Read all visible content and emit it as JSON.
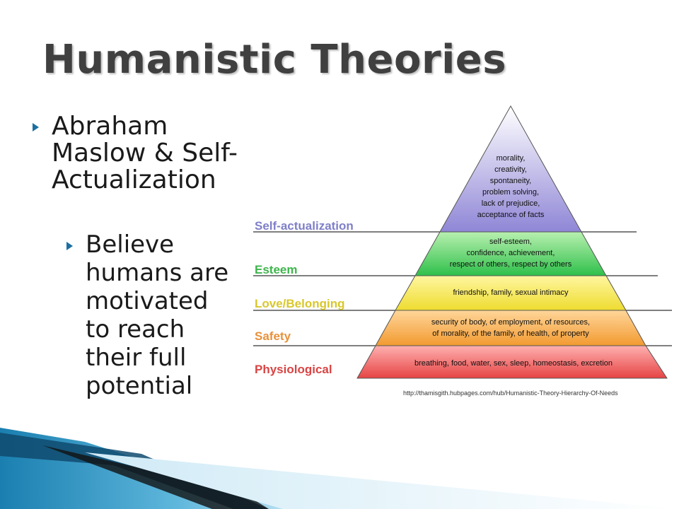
{
  "slide": {
    "title": "Humanistic Theories",
    "bullet1": "Abraham Maslow & Self-Actualization",
    "bullet2": "Believe humans are motivated to reach their full potential"
  },
  "pyramid": {
    "levels": [
      {
        "label": "Self-actualization",
        "lines": [
          "morality,",
          "creativity,",
          "spontaneity,",
          "problem solving,",
          "lack of prejudice,",
          "acceptance of facts"
        ],
        "color": "#8f86d6",
        "label_color": "#7f7fc9"
      },
      {
        "label": "Esteem",
        "lines": [
          "self-esteem,",
          "confidence, achievement,",
          "respect of others, respect by others"
        ],
        "color": "#3fcd58",
        "label_color": "#3eb54c"
      },
      {
        "label": "Love/Belonging",
        "lines": [
          "friendship, family, sexual intimacy"
        ],
        "color": "#f0e44a",
        "label_color": "#d9c72c"
      },
      {
        "label": "Safety",
        "lines": [
          "security of body, of employment, of resources,",
          "of morality, of the family, of health, of property"
        ],
        "color": "#f4a43e",
        "label_color": "#e8913a"
      },
      {
        "label": "Physiological",
        "lines": [
          "breathing, food, water, sex, sleep, homeostasis, excretion"
        ],
        "color": "#ea4f4f",
        "label_color": "#d94444"
      }
    ],
    "source": "http://thamisgith.hubpages.com/hub/Humanistic-Theory-Hierarchy-Of-Needs"
  }
}
